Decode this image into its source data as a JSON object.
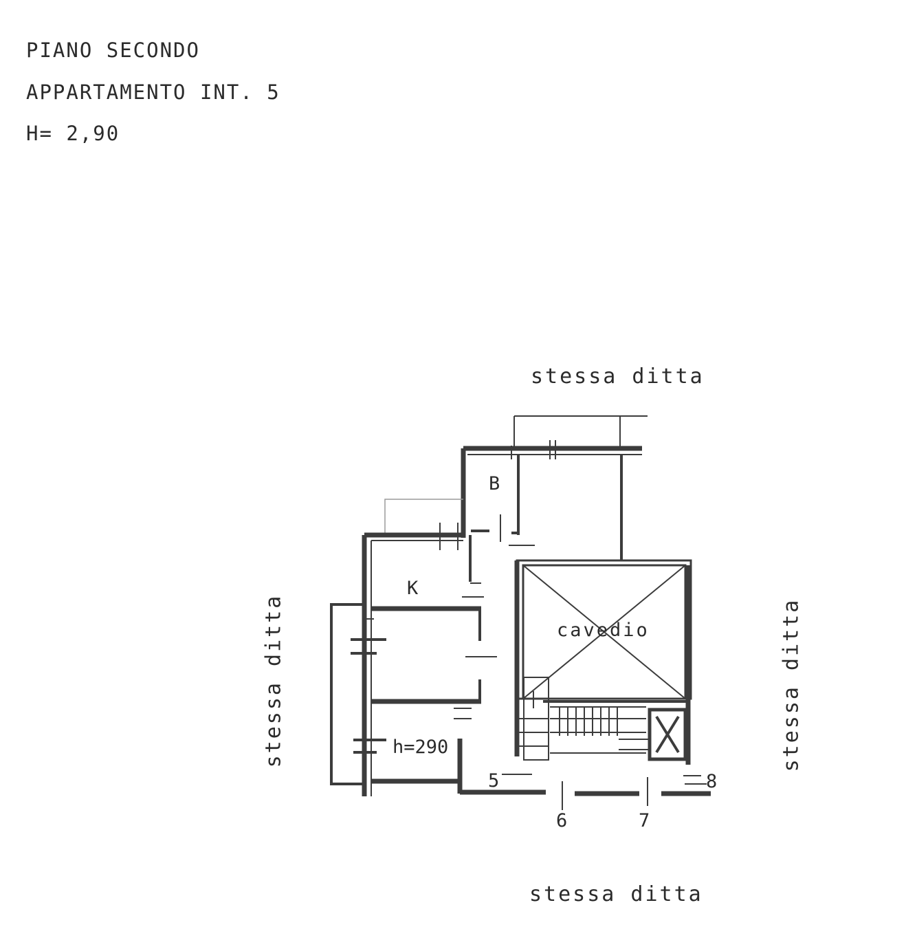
{
  "header": {
    "floor": "PIANO SECONDO",
    "apartment": "APPARTAMENTO INT. 5",
    "height": "H= 2,90"
  },
  "neighbors": {
    "top": "stessa ditta",
    "bottom": "stessa ditta",
    "left": "stessa ditta",
    "right": "stessa ditta"
  },
  "rooms": {
    "bathroom": "B",
    "kitchen": "K",
    "courtyard": "cavedio",
    "room_height": "h=290"
  },
  "markers": {
    "m5": "5",
    "m6": "6",
    "m7": "7",
    "m8": "8"
  },
  "colors": {
    "wall": "#3c3c3c",
    "text": "#2b2b2b",
    "background": "#ffffff"
  }
}
